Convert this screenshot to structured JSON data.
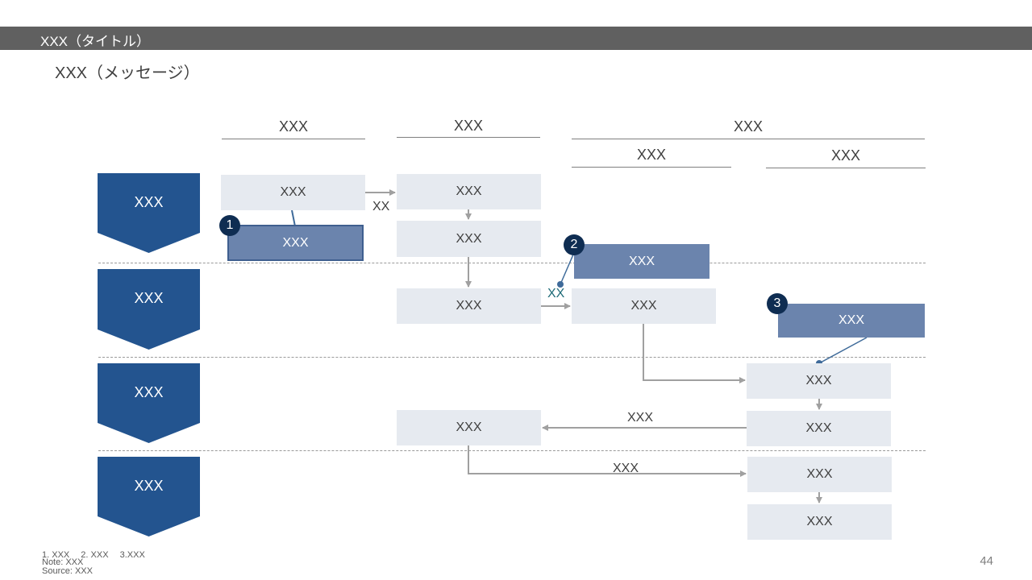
{
  "title": "XXX（タイトル）",
  "message": "XXX（メッセージ）",
  "columns": {
    "col1": "XXX",
    "col2": "XXX",
    "col3": "XXX",
    "col3_sub1": "XXX",
    "col3_sub2": "XXX"
  },
  "rows": [
    "XXX",
    "XXX",
    "XXX",
    "XXX"
  ],
  "boxes": {
    "r1c1": "XXX",
    "r1c1_note": "XXX",
    "r1c2a": "XXX",
    "r1c2b": "XXX",
    "r2_note": "XXX",
    "r2c2": "XXX",
    "r2c3": "XXX",
    "r2_note3": "XXX",
    "r3c4a": "XXX",
    "r3c2": "XXX",
    "r3c4b": "XXX",
    "r4c4a": "XXX",
    "r4c4b": "XXX"
  },
  "arrow_labels": {
    "a1": "XX",
    "a2": "XX",
    "a3": "XXX",
    "a4": "XXX"
  },
  "badges": [
    "1",
    "2",
    "3"
  ],
  "footnotes": {
    "line1": "1. XXX　 2. XXX　 3.XXX",
    "note": "Note: XXX",
    "source": "Source: XXX"
  },
  "page_number": "44",
  "colors": {
    "title_bar": "#606060",
    "chevron": "#23548f",
    "box_light": "#e6eaf0",
    "box_dark": "#6b84ad",
    "badge": "#0f2d52",
    "arrow": "#a0a0a0"
  }
}
